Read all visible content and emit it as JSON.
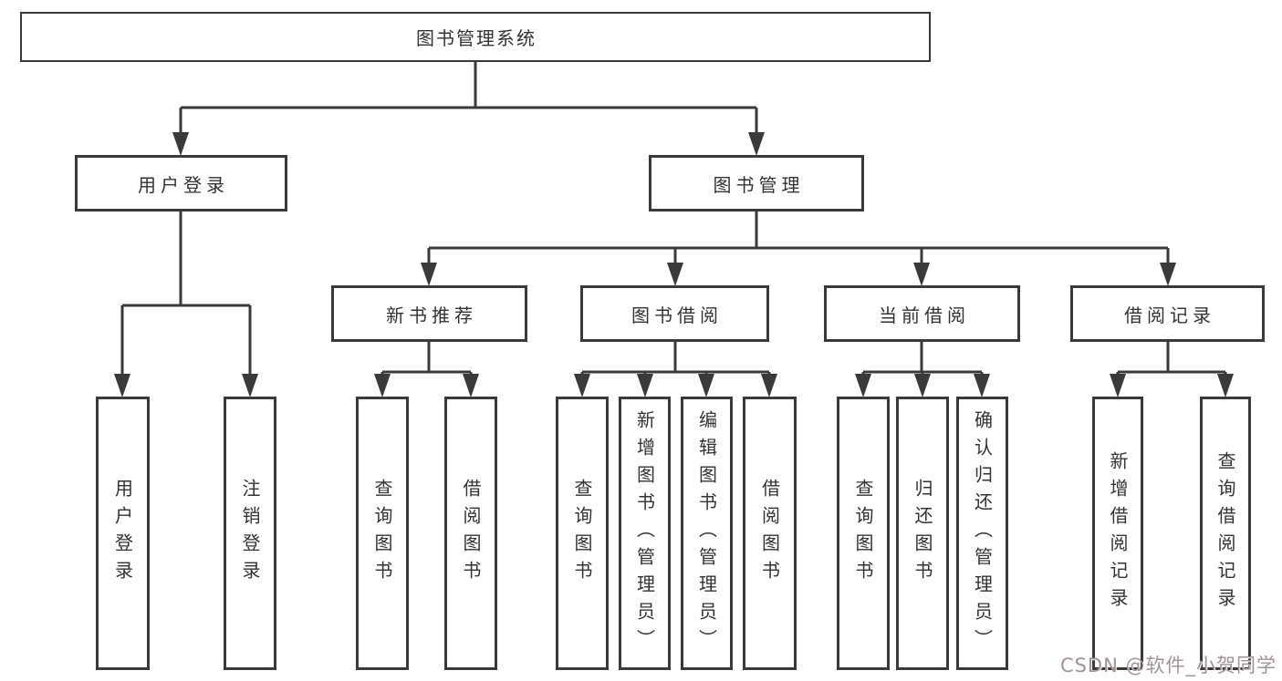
{
  "title": {
    "label": "图书管理系统"
  },
  "level2": [
    {
      "id": "user-login",
      "label": "用户登录"
    },
    {
      "id": "book-management",
      "label": "图书管理"
    }
  ],
  "level3": [
    {
      "id": "new-book-recommend",
      "label": "新书推荐"
    },
    {
      "id": "book-borrow",
      "label": "图书借阅"
    },
    {
      "id": "current-borrow",
      "label": "当前借阅"
    },
    {
      "id": "borrow-records",
      "label": "借阅记录"
    }
  ],
  "leaves": {
    "user_login": [
      "用户登录",
      "注销登录"
    ],
    "new_book_recommend": [
      "查询图书",
      "借阅图书"
    ],
    "book_borrow": [
      "查询图书",
      "新增图书（管理员）",
      "编辑图书（管理员）",
      "借阅图书"
    ],
    "current_borrow": [
      "查询图书",
      "归还图书",
      "确认归还（管理员）"
    ],
    "borrow_records": [
      "新增借阅记录",
      "查询借阅记录"
    ]
  },
  "watermark": {
    "text": "CSDN @软件_小贺同学"
  },
  "colors": {
    "line": "#3a3a3a",
    "box_border": "#3a3a3a",
    "box_fill": "#ffffff",
    "text": "#333333",
    "watermark": "#a29494"
  }
}
